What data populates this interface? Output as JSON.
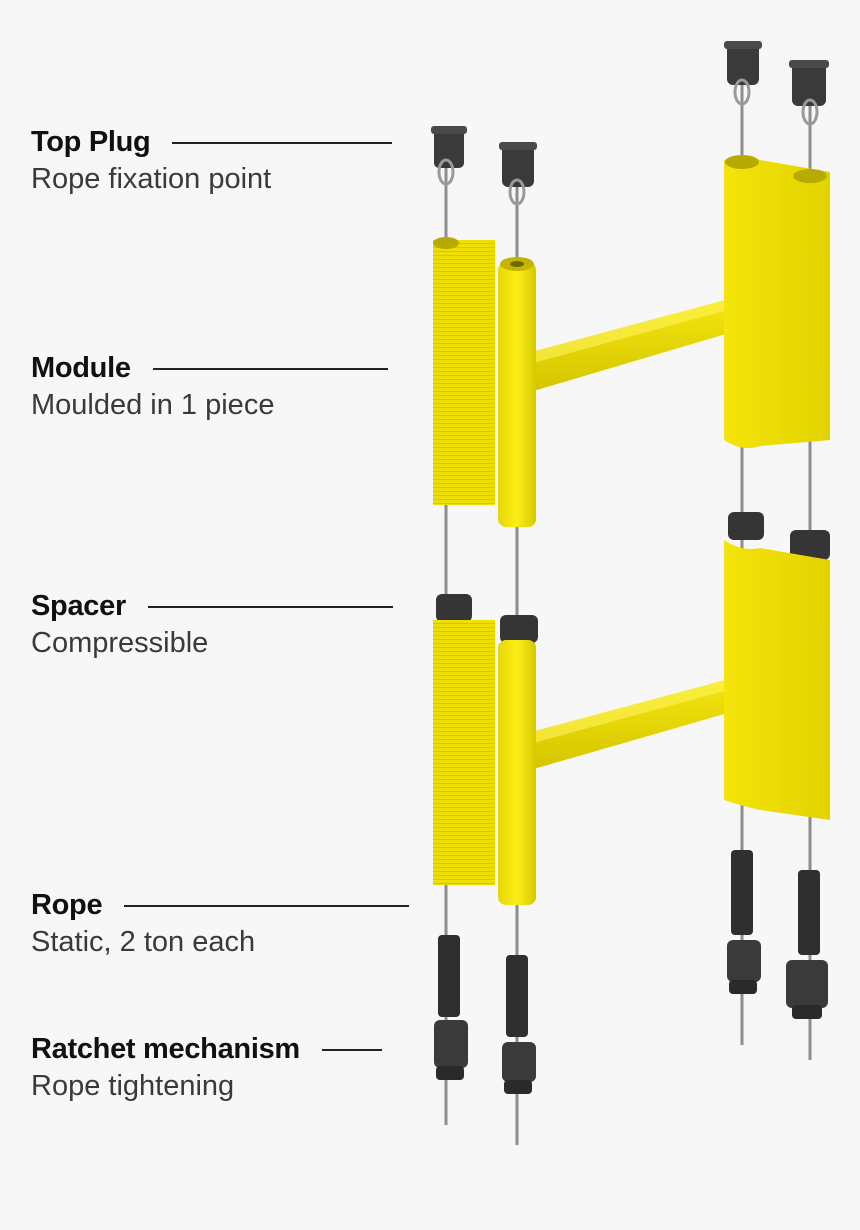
{
  "callouts": [
    {
      "title": "Top Plug",
      "description": "Rope fixation point"
    },
    {
      "title": "Module",
      "description": "Moulded in 1 piece"
    },
    {
      "title": "Spacer",
      "description": "Compressible"
    },
    {
      "title": "Rope",
      "description": "Static, 2 ton each"
    },
    {
      "title": "Ratchet mechanism",
      "description": "Rope tightening"
    }
  ],
  "colors": {
    "module_yellow": "#f2e205",
    "module_shade": "#c9bb00",
    "plug_dark": "#3a3a3a",
    "rope_grey": "#8a8a8a",
    "background": "#f7f7f7",
    "label_text": "#111111"
  }
}
